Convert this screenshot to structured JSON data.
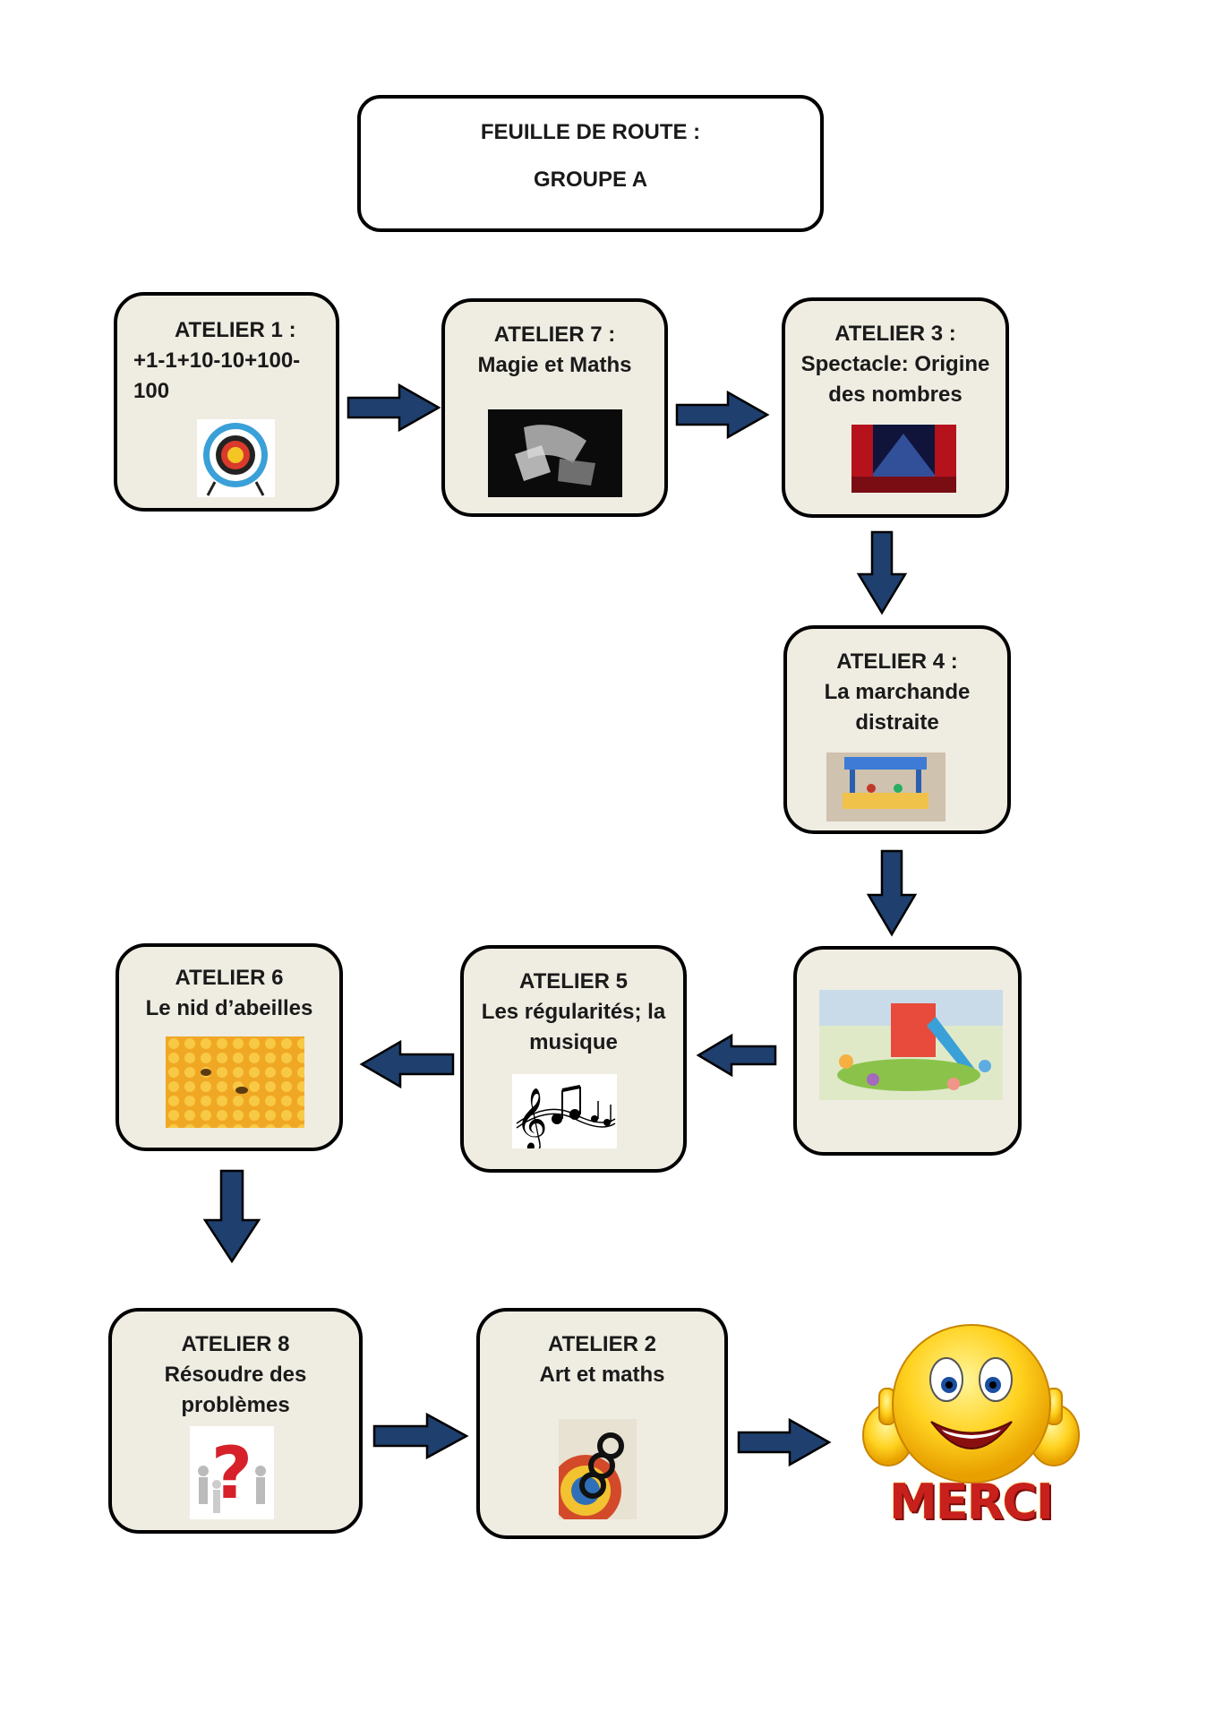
{
  "header": {
    "line1": "FEUILLE DE ROUTE :",
    "line2": "GROUPE A"
  },
  "ateliers": {
    "a1": {
      "title": "ATELIER 1 :",
      "line2": "+1-1+10-10+100-",
      "line3": "100",
      "image": "target-icon"
    },
    "a7": {
      "title": "ATELIER 7 :",
      "line2": "Magie et Maths",
      "image": "magic-cards-image"
    },
    "a3": {
      "title": "ATELIER 3 :",
      "line2": "Spectacle: Origine",
      "line3": "des nombres",
      "image": "theater-stage-image"
    },
    "a4": {
      "title": "ATELIER 4 :",
      "line2": "La marchande",
      "line3": "distraite",
      "image": "market-stall-image"
    },
    "playground": {
      "image": "playground-image"
    },
    "a5": {
      "title": "ATELIER 5",
      "line2": "Les régularités; la",
      "line3": "musique",
      "image": "music-notes-image"
    },
    "a6": {
      "title": "ATELIER 6",
      "line2": "Le nid d’abeilles",
      "image": "honeycomb-image"
    },
    "a8": {
      "title": "ATELIER 8",
      "line2": "Résoudre des",
      "line3": "problèmes",
      "image": "question-mark-image"
    },
    "a2": {
      "title": "ATELIER 2",
      "line2": "Art et maths",
      "image": "abstract-art-image"
    }
  },
  "merci": {
    "text": "MERCI",
    "image": "thumbs-up-smiley"
  },
  "colors": {
    "arrow": "#1f3f6e",
    "box_fill": "#efece2",
    "merci_red": "#c8201c"
  }
}
